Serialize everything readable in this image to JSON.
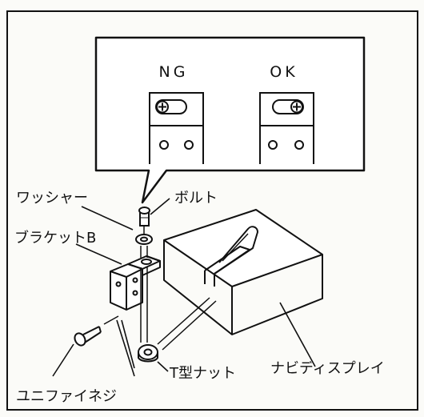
{
  "callout": {
    "ng_label": "NG",
    "ok_label": "OK"
  },
  "labels": {
    "washer": "ワッシャー",
    "bolt": "ボルト",
    "bracket_b": "ブラケットB",
    "navi_display": "ナビディスプレイ",
    "t_nut": "T型ナット",
    "unifine_screw": "ユニファイネジ"
  },
  "colors": {
    "line": "#111111",
    "paper": "#fbfbf8"
  }
}
